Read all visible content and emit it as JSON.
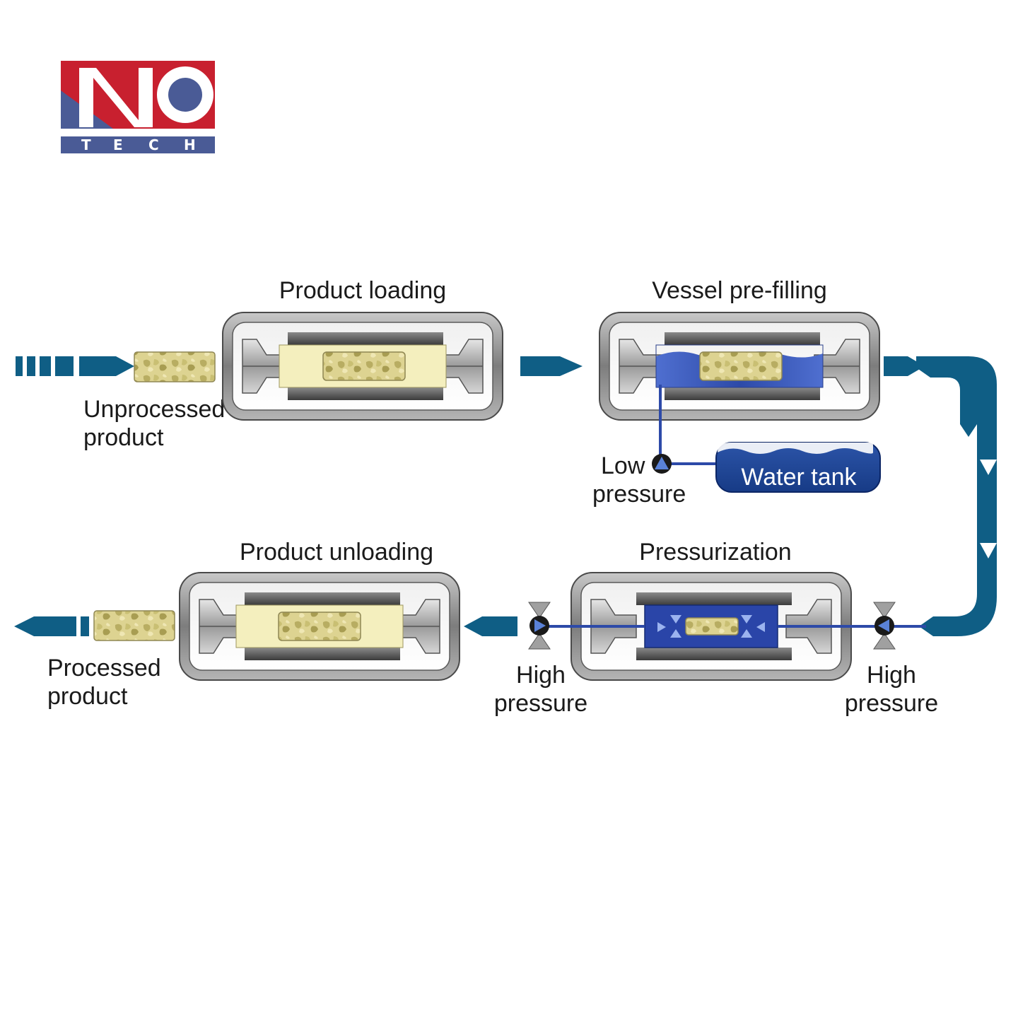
{
  "logo": {
    "mark": "NO",
    "sub_letters": [
      "T",
      "E",
      "C",
      "H"
    ],
    "colors": {
      "red": "#c8202f",
      "blue": "#4a5b96",
      "white": "#ffffff"
    }
  },
  "stages": {
    "loading": "Product loading",
    "prefilling": "Vessel pre-filling",
    "pressurization": "Pressurization",
    "unloading": "Product unloading"
  },
  "labels": {
    "unprocessed_1": "Unprocessed",
    "unprocessed_2": "product",
    "processed_1": "Processed",
    "processed_2": "product",
    "low_1": "Low",
    "low_2": "pressure",
    "high_left_1": "High",
    "high_left_2": "pressure",
    "high_right_1": "High",
    "high_right_2": "pressure",
    "water_tank": "Water tank"
  },
  "colors": {
    "flow_arrow": "#0f5e85",
    "water": "#3d58b8",
    "water_dark": "#1e3a95",
    "product": "#d9cf8a",
    "chamber": "#f4efbe",
    "vessel_frame": "#8f8f8f"
  },
  "icons": [
    "flow-arrow",
    "pump-icon",
    "valve-icon",
    "water-tank-icon",
    "product-block-icon",
    "vessel-icon"
  ]
}
